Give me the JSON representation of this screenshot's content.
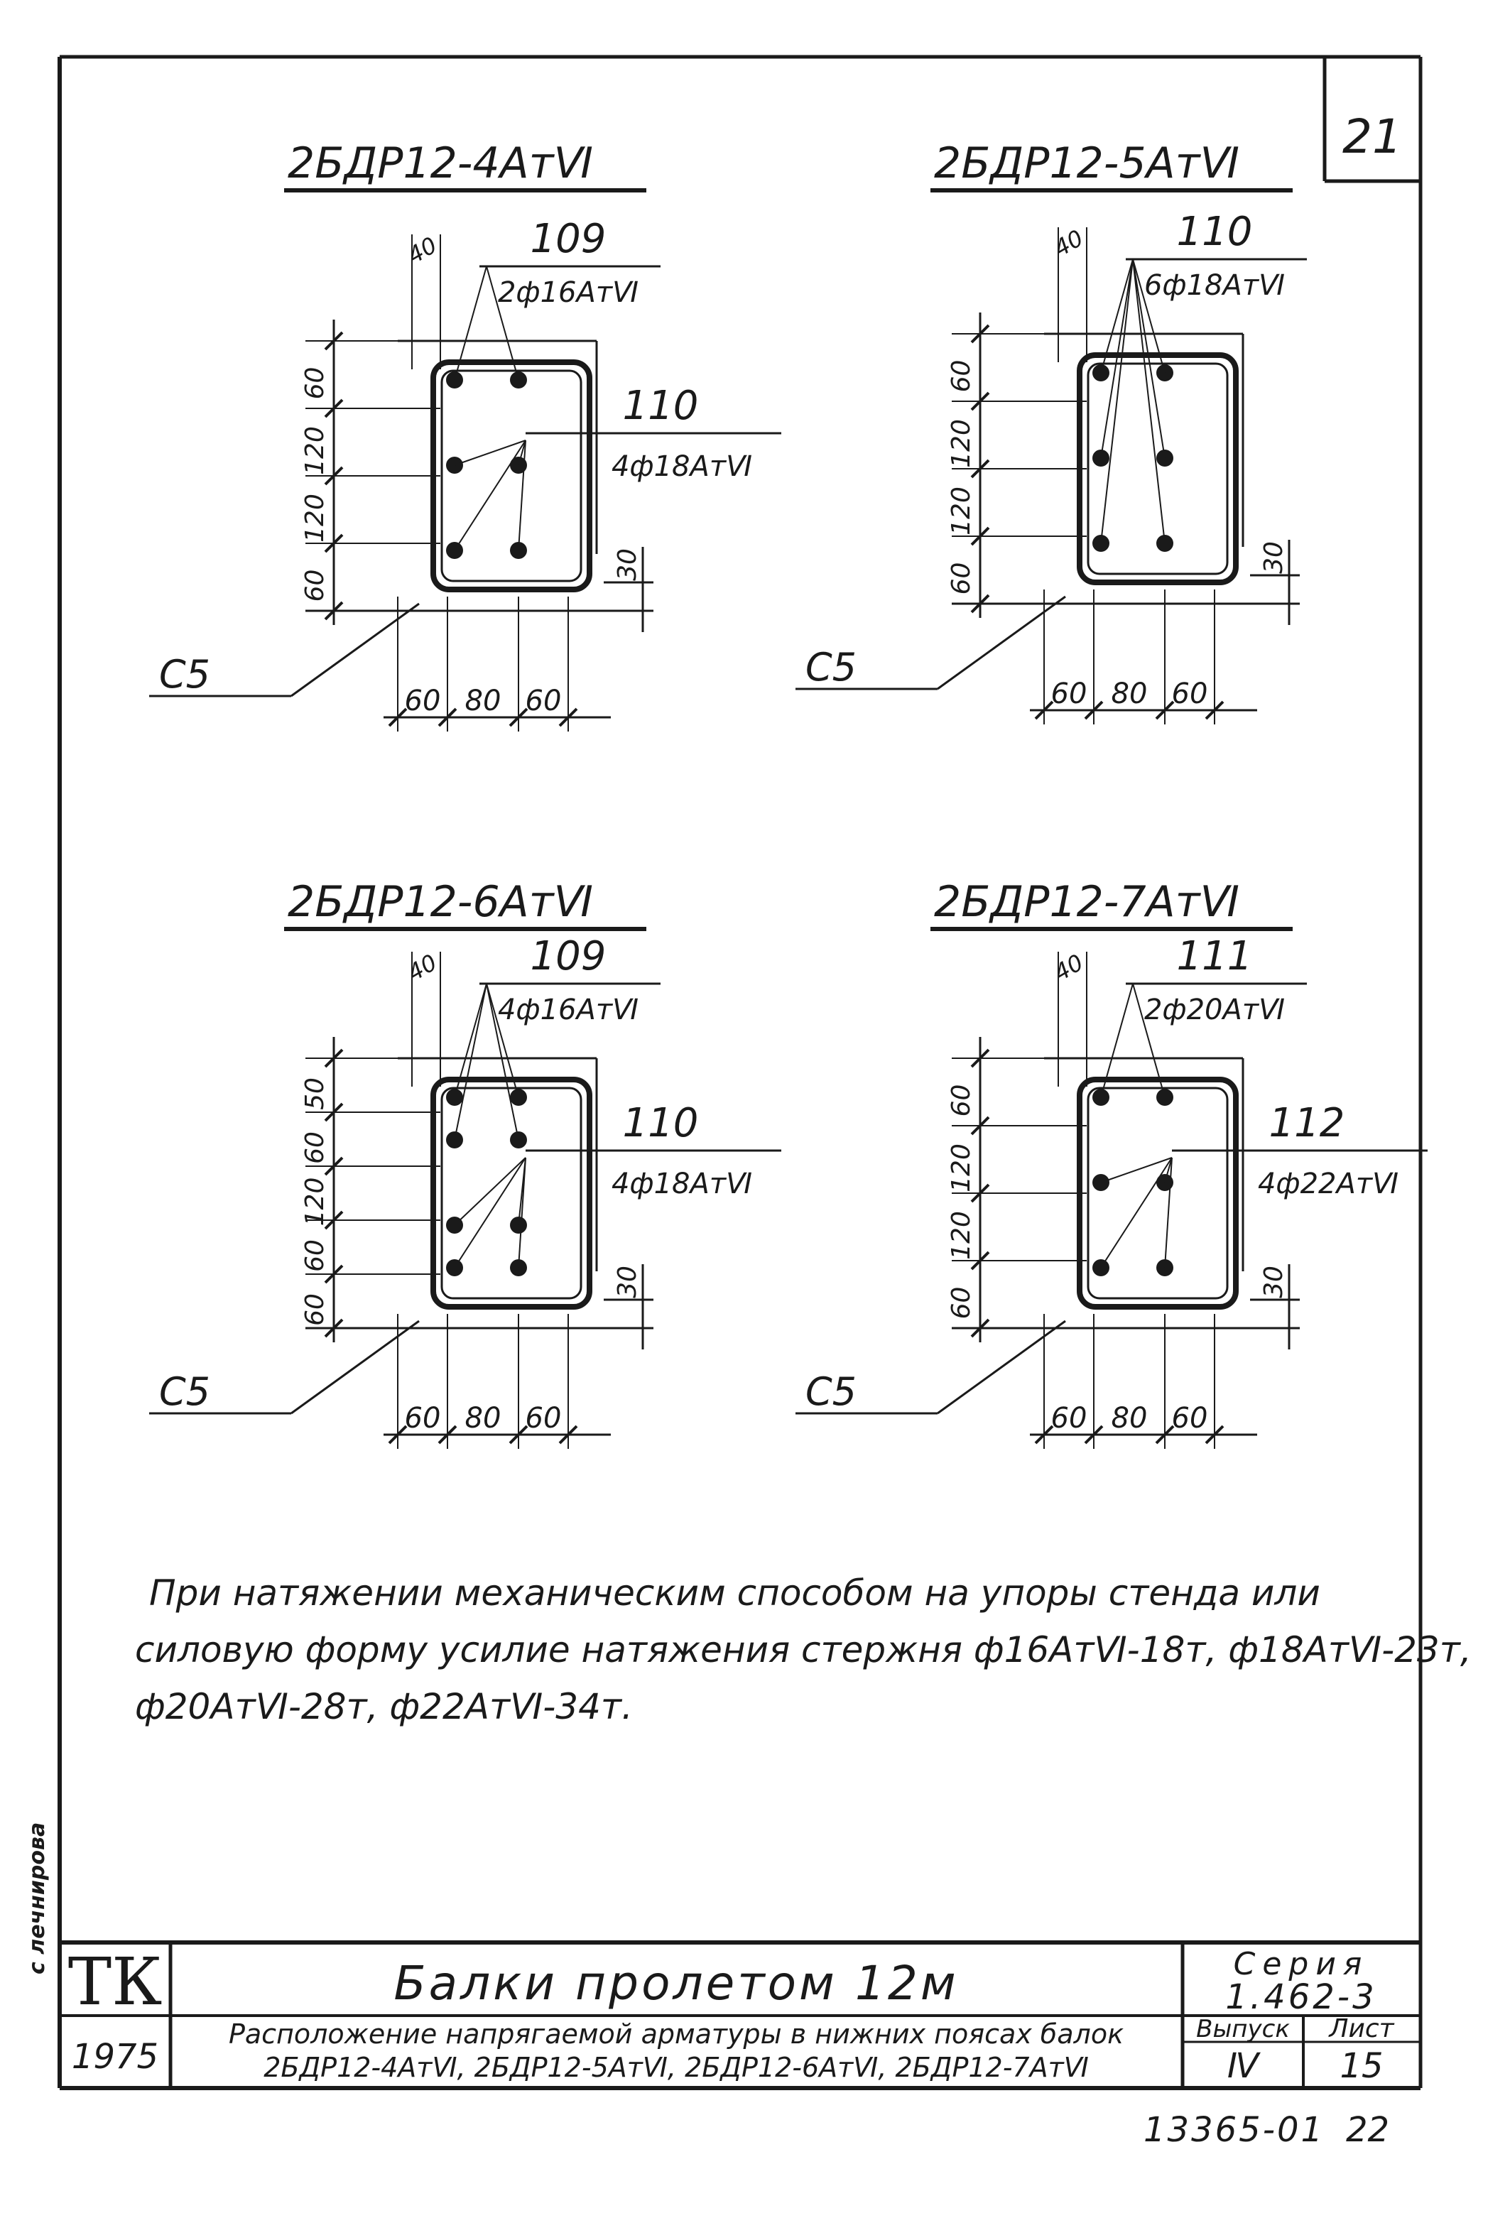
{
  "sheet": {
    "page_number": "21",
    "side_stamp": "с лечнирова",
    "archive_number": "13365-01",
    "archive_page": "22"
  },
  "sections": [
    {
      "title": "2БДР12-4Ат",
      "title_suffix": "Ⅵ",
      "top_mark": "109",
      "top_spec": "2ф16АтⅥ",
      "mid_mark": "110",
      "mid_spec": "4ф18АтⅥ",
      "stirrup": "С5",
      "vdims": [
        "60",
        "120",
        "120",
        "60"
      ],
      "hdims": [
        "60",
        "80",
        "60"
      ],
      "cover": "30",
      "top_offset": "40"
    },
    {
      "title": "2БДР12-5Ат",
      "title_suffix": "Ⅵ",
      "top_mark": "110",
      "top_spec": "6ф18АтⅥ",
      "mid_mark": "",
      "mid_spec": "",
      "stirrup": "С5",
      "vdims": [
        "60",
        "120",
        "120",
        "60"
      ],
      "hdims": [
        "60",
        "80",
        "60"
      ],
      "cover": "30",
      "top_offset": "40"
    },
    {
      "title": "2БДР12-6Ат",
      "title_suffix": "Ⅵ",
      "top_mark": "109",
      "top_spec": "4ф16АтⅥ",
      "mid_mark": "110",
      "mid_spec": "4ф18АтⅥ",
      "stirrup": "С5",
      "vdims": [
        "50",
        "60",
        "120",
        "60",
        "60"
      ],
      "hdims": [
        "60",
        "80",
        "60"
      ],
      "cover": "30",
      "top_offset": "40"
    },
    {
      "title": "2БДР12-7Ат",
      "title_suffix": "Ⅵ",
      "top_mark": "111",
      "top_spec": "2ф20АтⅥ",
      "mid_mark": "112",
      "mid_spec": "4ф22АтⅥ",
      "stirrup": "С5",
      "vdims": [
        "60",
        "120",
        "120",
        "60"
      ],
      "hdims": [
        "60",
        "80",
        "60"
      ],
      "cover": "30",
      "top_offset": "40"
    }
  ],
  "note": {
    "line1": "При натяжении механическим способом на упоры стенда или",
    "line2": "силовую форму усилие натяжения стержня ф16АтⅥ-18т, ф18АтⅥ-23т,",
    "line3": "ф20АтⅥ-28т,  ф22АтⅥ-34т."
  },
  "title_block": {
    "org": "ТК",
    "year": "1975",
    "title": "Балки пролетом 12м",
    "subtitle_line1": "Расположение напрягаемой арматуры в нижних поясах балок",
    "subtitle_line2": "2БДР12-4АтⅥ, 2БДР12-5АтⅥ, 2БДР12-6АтⅥ, 2БДР12-7АтⅥ",
    "series_label": "Серия",
    "series_value": "1.462-3",
    "issue_label": "Выпуск",
    "issue_value": "Ⅳ",
    "sheet_label": "Лист",
    "sheet_value": "15"
  }
}
